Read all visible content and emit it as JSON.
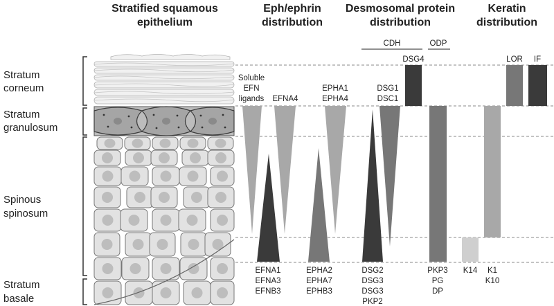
{
  "headers": {
    "epithelium": [
      "Stratified squamous",
      "epithelium"
    ],
    "eph": [
      "Eph/ephrin",
      "distribution"
    ],
    "desmo": [
      "Desmosomal protein",
      "distribution"
    ],
    "keratin": [
      "Keratin",
      "distribution"
    ]
  },
  "groups": {
    "cdh": "CDH",
    "odp": "ODP"
  },
  "layers": {
    "corneum": [
      "Stratum",
      "corneum"
    ],
    "granulosum": [
      "Stratum",
      "granulosum"
    ],
    "spinosum": [
      "Spinous",
      "spinosum"
    ],
    "basale": [
      "Stratum",
      "basale"
    ]
  },
  "eph_labels": {
    "soluble": [
      "Soluble",
      "EFN",
      "ligands"
    ],
    "efna4": "EFNA4",
    "epha_top": [
      "EPHA1",
      "EPHA4"
    ],
    "efna_bottom": [
      "EFNA1",
      "EFNA3",
      "EFNB3"
    ],
    "epha_bottom": [
      "EPHA2",
      "EPHA7",
      "EPHB3"
    ]
  },
  "desmo_labels": {
    "dsg4": "DSG4",
    "dsg_top": [
      "DSG1",
      "DSC1"
    ],
    "dsg_bottom": [
      "DSG2",
      "DSG3",
      "DSG3",
      "PKP2"
    ],
    "pkp": [
      "PKP3",
      "PG",
      "DP"
    ]
  },
  "keratin_labels": {
    "lor": "LOR",
    "if": "IF",
    "k14": "K14",
    "k1": [
      "K1",
      "K10"
    ]
  },
  "colors": {
    "dark": "#3a3a3a",
    "mid": "#777777",
    "light": "#a8a8a8",
    "lighter": "#cfcfcf",
    "cell_fill": "#e2e2e2",
    "cell_stroke": "#777777",
    "nucleus": "#bdbdbd"
  }
}
